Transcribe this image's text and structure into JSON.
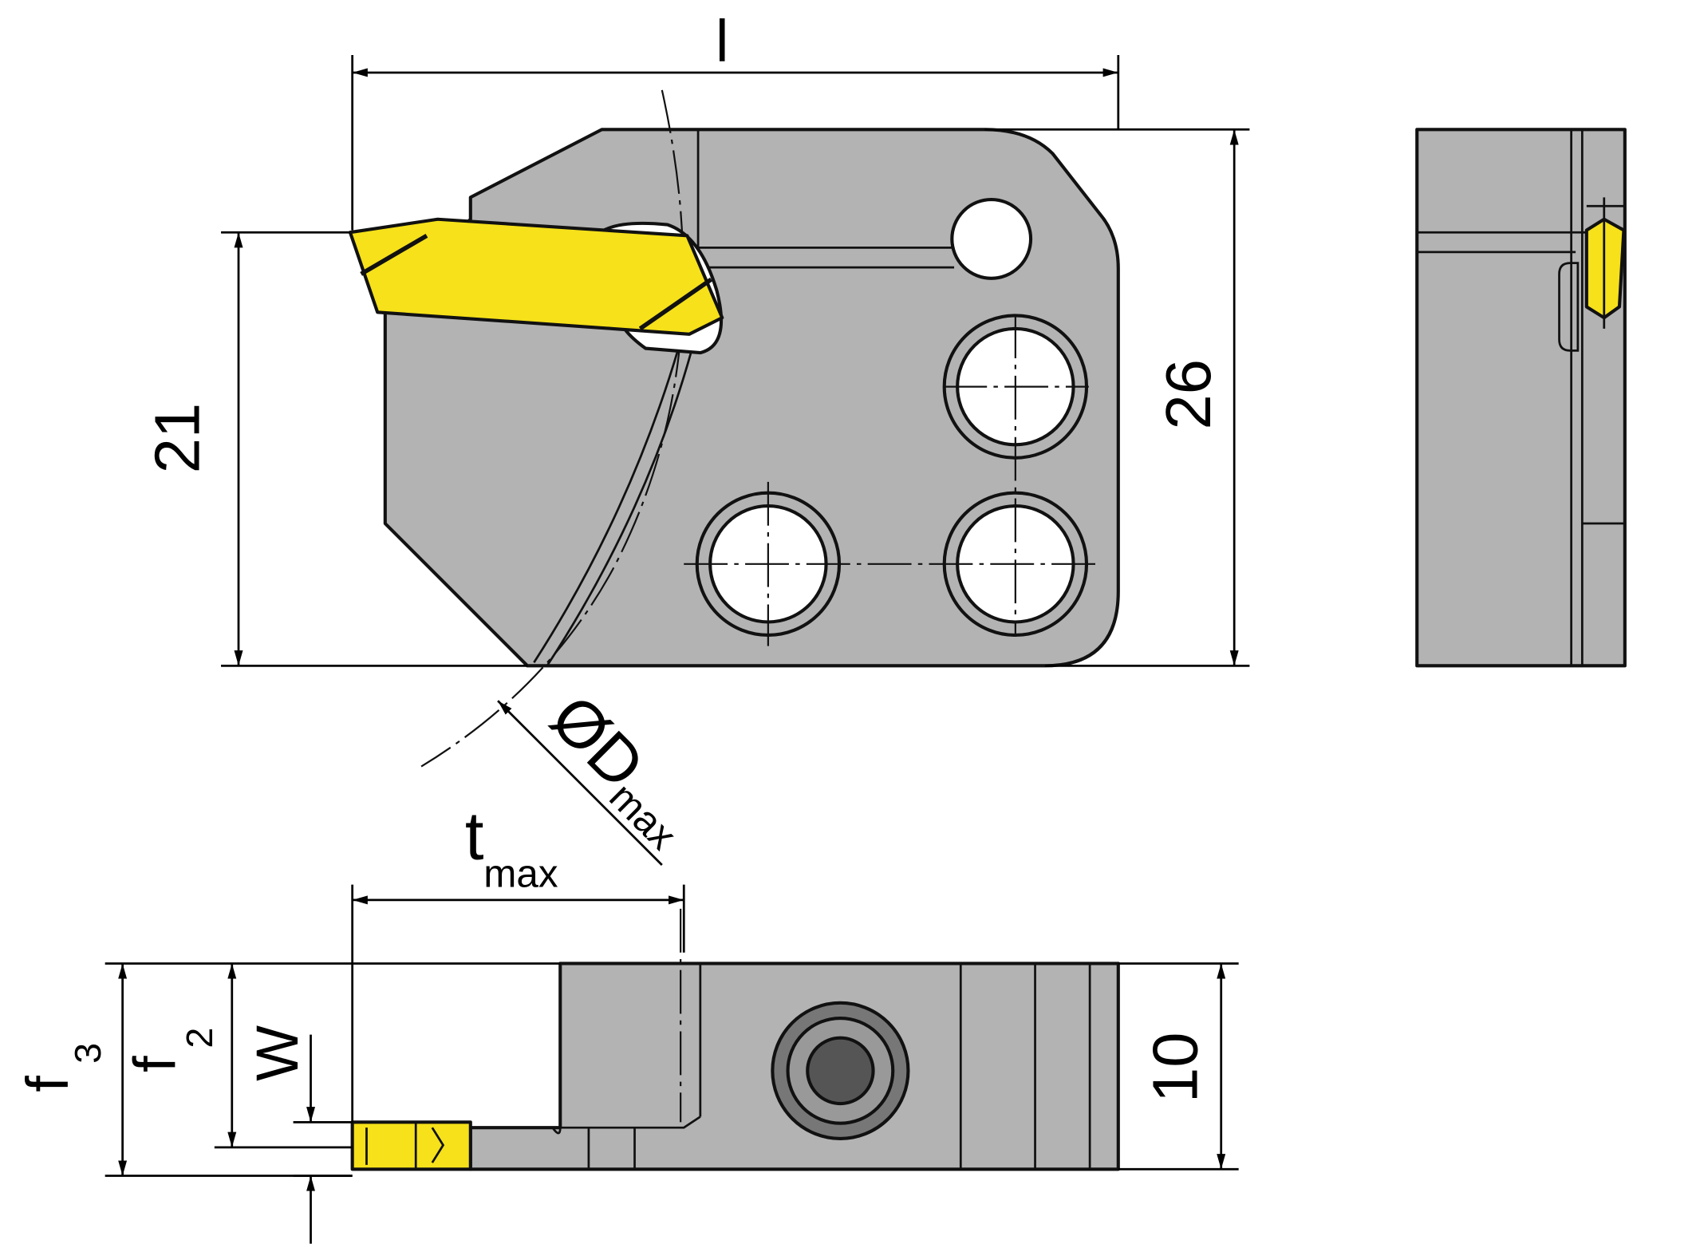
{
  "labels": {
    "length": "l",
    "height_21": "21",
    "height_26": "26",
    "diameter_symbol": "ØD",
    "diameter_sub": "max",
    "depth_main": "t",
    "depth_sub": "max",
    "width_10": "10",
    "f3_main": "f",
    "f3_sub": "3",
    "f2_main": "f",
    "f2_sub": "2",
    "insert_width": "W"
  },
  "colors": {
    "body": "#b3b3b3",
    "insert": "#f6e11a",
    "line": "#111111",
    "background": "#ffffff"
  }
}
